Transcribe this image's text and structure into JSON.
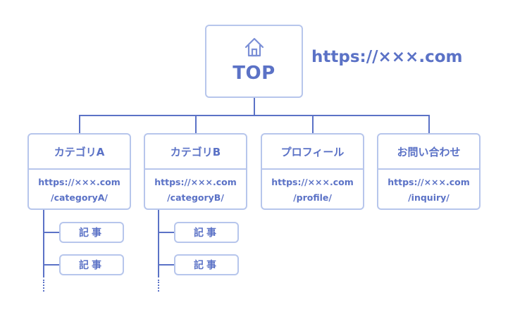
{
  "top": {
    "label": "TOP",
    "url": "https://×××.com",
    "icon": "home-icon"
  },
  "categories": [
    {
      "title": "カテゴリA",
      "url_line1": "https://×××.com",
      "url_line2": "/categoryA/"
    },
    {
      "title": "カテゴリB",
      "url_line1": "https://×××.com",
      "url_line2": "/categoryB/"
    },
    {
      "title": "プロフィール",
      "url_line1": "https://×××.com",
      "url_line2": "/profile/"
    },
    {
      "title": "お問い合わせ",
      "url_line1": "https://×××.com",
      "url_line2": "/inquiry/"
    }
  ],
  "articles": {
    "categoryA": [
      "記事",
      "記事"
    ],
    "categoryB": [
      "記事",
      "記事"
    ]
  },
  "colors": {
    "accent": "#5b72c6",
    "border": "#b7c6ec"
  }
}
